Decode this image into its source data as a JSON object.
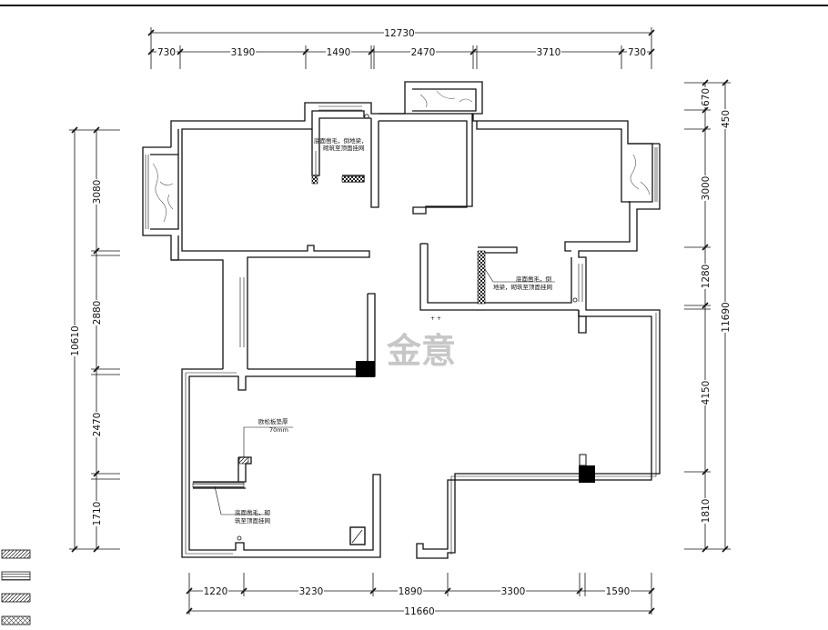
{
  "dimensions": {
    "top_total": "12730",
    "top_segments": [
      "730",
      "3190",
      "1490",
      "2470",
      "3710",
      "730"
    ],
    "bottom_total": "11660",
    "bottom_segments": [
      "1220",
      "3230",
      "1890",
      "3300",
      "1590"
    ],
    "left_total": "10610",
    "left_segments": [
      "3080",
      "2880",
      "2470",
      "1710"
    ],
    "right_total": "11690",
    "right_segments": [
      "670",
      "450",
      "3000",
      "1280",
      "4150",
      "1810"
    ]
  },
  "annotations": {
    "bath1_line1": "底面凿毛，倒地梁，",
    "bath1_line2": "砌筑至顶面挂网",
    "kitchen_line1": "底面凿毛，倒",
    "kitchen_line2": "地梁，砌筑至顶面挂网",
    "foam_line1": "欧松板垫厚",
    "foam_line2": "70mm",
    "bath2_line1": "底面凿毛，砌",
    "bath2_line2": "筑至顶面挂网"
  },
  "watermark": "金意",
  "colors": {
    "line": "#111111",
    "hatch": "#555555",
    "wall_fill": "#ffffff"
  },
  "legend": [
    "hatch-pattern-1",
    "hatch-pattern-2",
    "hatch-pattern-3",
    "hatch-pattern-4"
  ]
}
